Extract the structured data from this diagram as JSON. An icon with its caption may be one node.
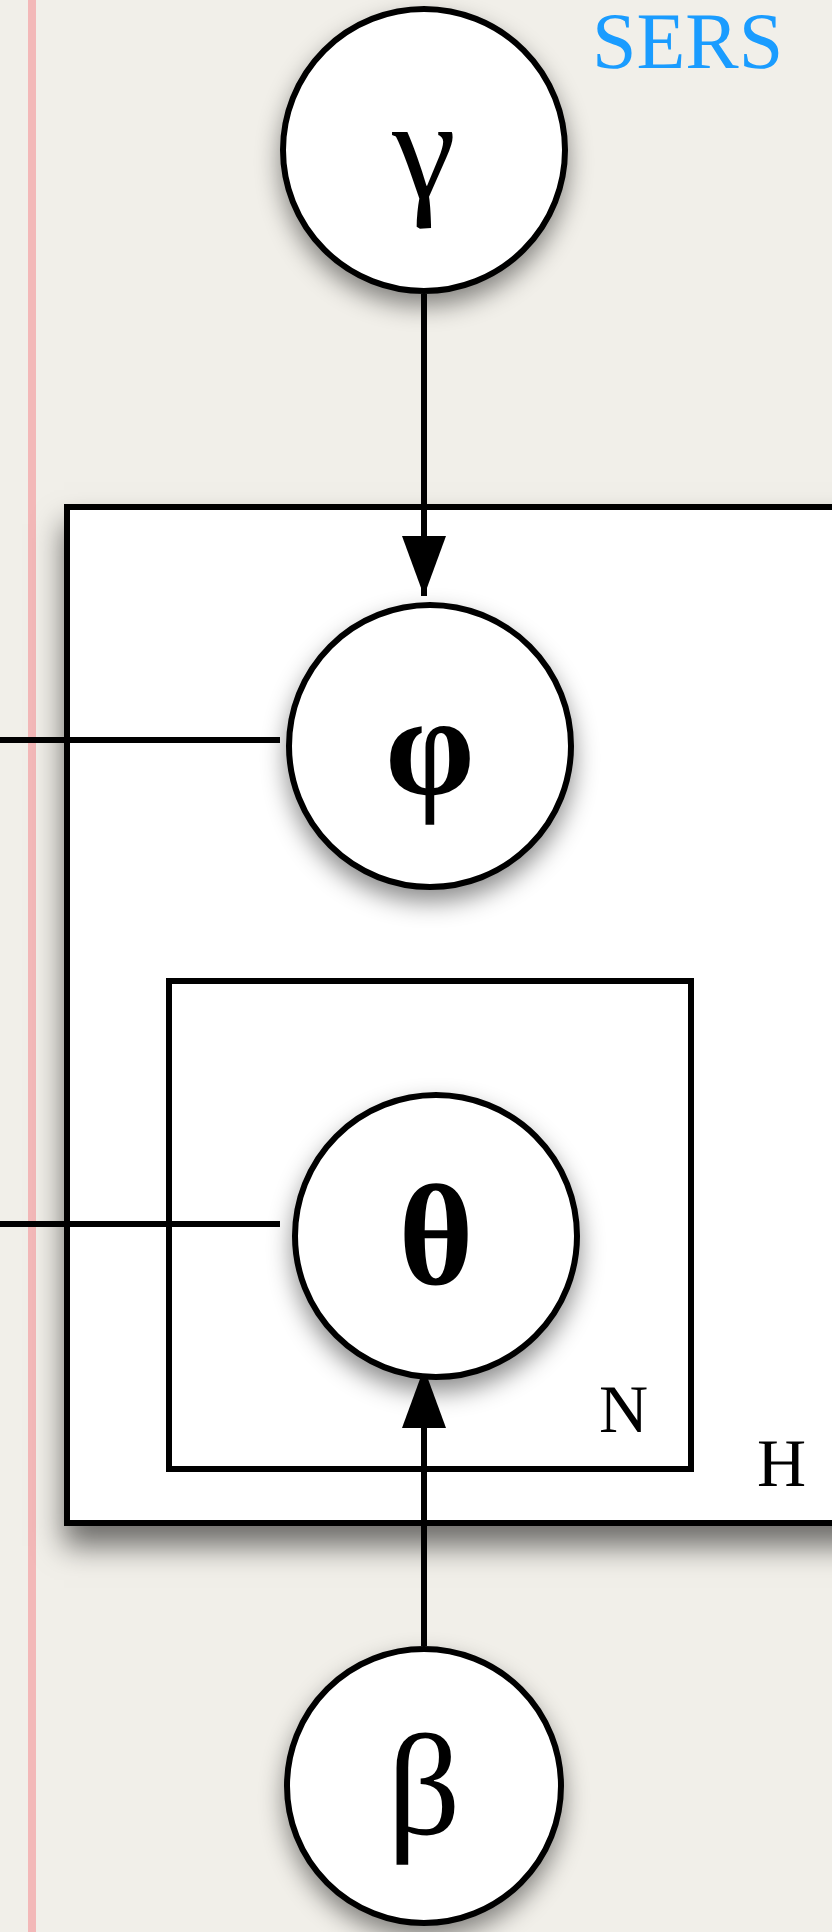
{
  "diagram": {
    "nodes": [
      {
        "text": [
          "γ"
        ]
      },
      {
        "text": [
          "H"
        ]
      },
      {
        "text": [
          "φ"
        ],
        "in": 1
      },
      {
        "text": [
          "N"
        ],
        "in": 1
      },
      {
        "text": [
          "θ"
        ],
        "in": 3
      },
      {
        "text": [
          "β"
        ]
      }
    ],
    "edges": [
      {
        "from": 0,
        "to": 2,
        "arrow": "to"
      },
      {
        "from": null,
        "to": 2,
        "arrow": "none"
      },
      {
        "from": null,
        "to": 4,
        "arrow": "none"
      },
      {
        "from": 5,
        "to": 4,
        "arrow": "to"
      }
    ],
    "labels": [
      "SERS"
    ]
  }
}
